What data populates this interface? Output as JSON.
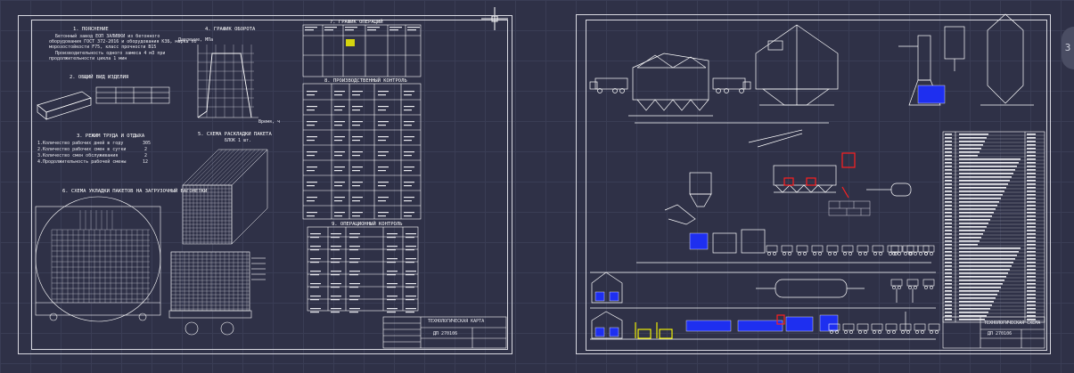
{
  "app": {
    "accent": "#ffffff",
    "background": "#2f3147",
    "highlight": "#ffff00",
    "alert": "#ff2020"
  },
  "left_sheet": {
    "sec1_title": "1. ПОЯСНЕНИЕ",
    "sec1_text_1": "Бетонный завод ЕОП ЗАЛИВКИ из бетонного",
    "sec1_text_2": "оборудования ГОСТ 372-2016 и оборудования КЗБ, марка по",
    "sec1_text_3": "морозостойкости F75, класс прочности B15",
    "sec1_text_4": "Производительность одного замеса 4 м3 при",
    "sec1_text_5": "продолжительности цикла 1 мин",
    "sec2_title": "2. ОБЩИЙ ВИД ИЗДЕЛИЯ",
    "sec3_title": "3. РЕЖИМ ТРУДА И ОТДЫХА",
    "sec3_rows": [
      {
        "label": "1.Количество рабочих дней в году",
        "value": "305"
      },
      {
        "label": "2.Количество рабочих смен в сутки",
        "value": "2"
      },
      {
        "label": "3.Количество смен обслуживания",
        "value": "2"
      },
      {
        "label": "4.Продолжительность рабочей смены",
        "value": "12"
      }
    ],
    "sec4_title": "4. ГРАФИК ОБОРОТА",
    "sec4_ylabel": "Давление, МПа",
    "sec4_xlabel": "Время, ч",
    "sec5_title": "5. СХЕМА РАСКЛАДКИ ПАКЕТА",
    "sec5_subtitle": "БЛОК 1 шт.",
    "sec6_title": "6. СХЕМА УКЛАДКИ ПАКЕТОВ НА ЗАГРУЗОЧНЫЙ ВАГОНЕТКИ"
  },
  "tables": {
    "t1_title": "7. ГРАФИК ОПЕРАЦИЙ",
    "t2_title": "8. ПРОИЗВОДСТВЕННЫЙ КОНТРОЛЬ",
    "t3_title": "9. ОПЕРАЦИОННЫЙ КОНТРОЛЬ"
  },
  "stamp_left": {
    "title": "ТЕХНОЛОГИЧЕСКАЯ КАРТА",
    "code": "ДП 270106"
  },
  "stamp_right": {
    "title": "ТЕХНОЛОГИЧЕСКАЯ СХЕМА",
    "code": "ДП 270106"
  },
  "ui": {
    "side_tab": "3"
  }
}
